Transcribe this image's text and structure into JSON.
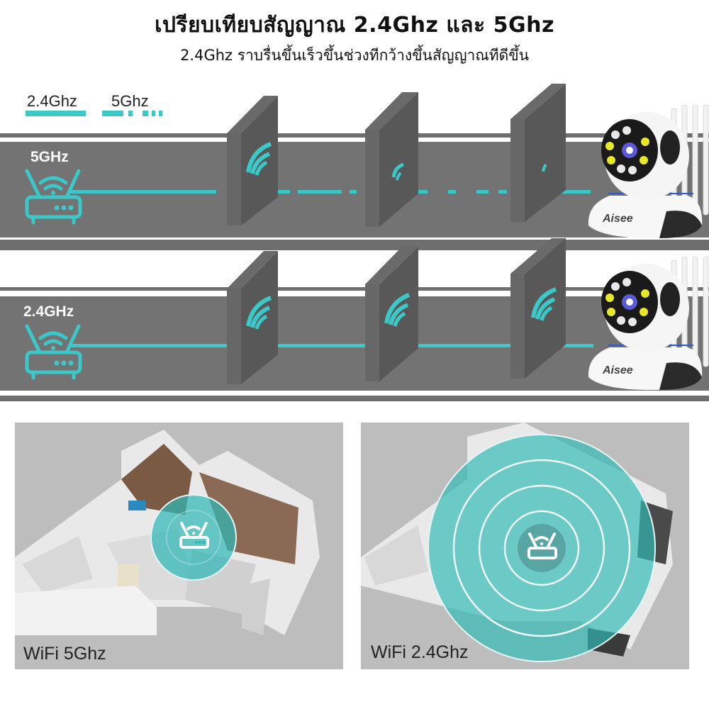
{
  "header": {
    "title": "เปรียบเทียบสัญญาณ 2.4Ghz และ 5Ghz",
    "subtitle": "2.4Ghz ราบรื่นขึ้นเร็วขึ้นช่วงทีกว้างขึ้นสัญญาณทีดีขึ้น"
  },
  "legend": {
    "items": [
      {
        "label": "2.4Ghz",
        "style": "solid"
      },
      {
        "label": "5Ghz",
        "style": "dashed"
      }
    ]
  },
  "bands": [
    {
      "label": "5GHz",
      "signal_strength_per_wall": [
        "strong",
        "weak",
        "faint"
      ],
      "line_style": "dashed"
    },
    {
      "label": "2.4GHz",
      "signal_strength_per_wall": [
        "strong",
        "strong",
        "strong"
      ],
      "line_style": "solid"
    }
  ],
  "camera": {
    "brand": "Aisee"
  },
  "panels": [
    {
      "caption": "WiFi 5Ghz",
      "coverage": "small"
    },
    {
      "caption": "WiFi 2.4Ghz",
      "coverage": "large"
    }
  ],
  "colors": {
    "accent": "#3cc8c8",
    "band_gray": "#737373",
    "wall_front": "#5e5e5e",
    "wall_side": "#4a4a4a",
    "panel_bg": "#bdbdbd"
  }
}
